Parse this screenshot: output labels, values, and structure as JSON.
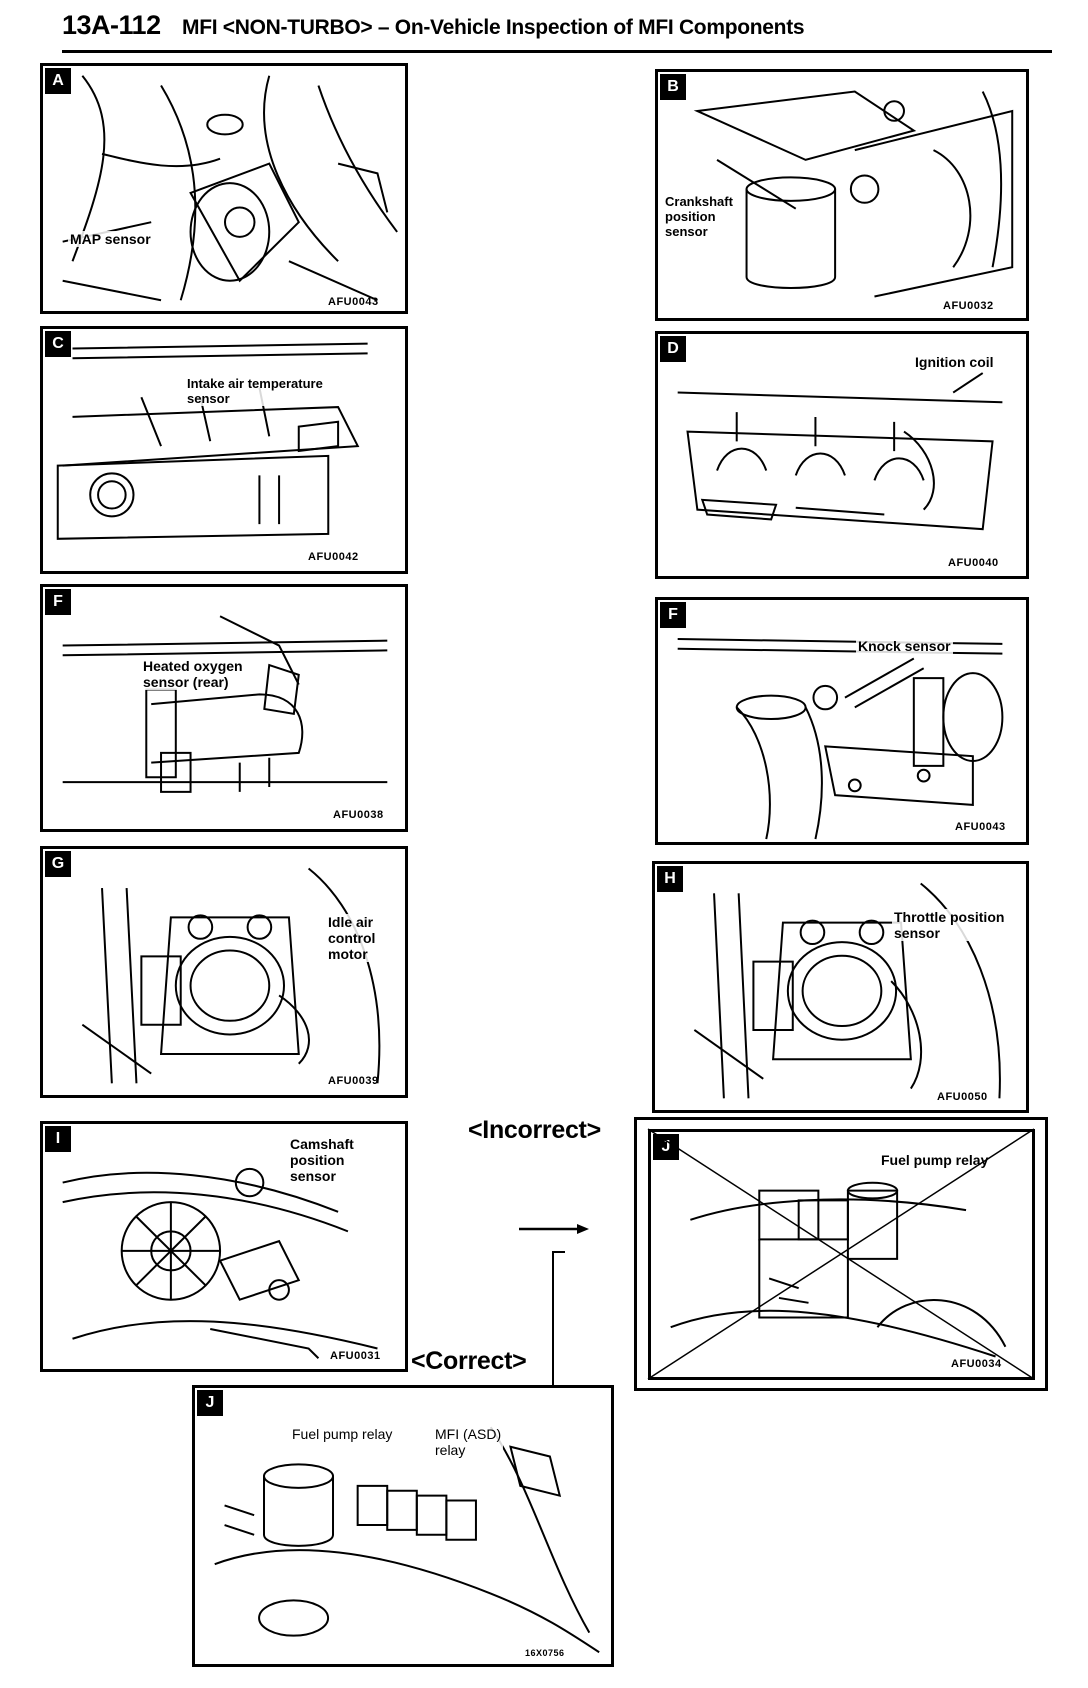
{
  "header": {
    "section": "13A-112",
    "title": "MFI <NON-TURBO> – On-Vehicle Inspection of MFI Components"
  },
  "panels": [
    {
      "id": "A",
      "tag": "A",
      "callout": "MAP sensor",
      "code": "AFU0043"
    },
    {
      "id": "B",
      "tag": "B",
      "callout": "Crankshaft\nposition\nsensor",
      "code": "AFU0032"
    },
    {
      "id": "C",
      "tag": "C",
      "callout": "Intake air temperature\nsensor",
      "code": "AFU0042"
    },
    {
      "id": "D",
      "tag": "D",
      "callout": "Ignition coil",
      "code": "AFU0040"
    },
    {
      "id": "E",
      "tag": "F",
      "callout": "Heated oxygen\nsensor (rear)",
      "code": "AFU0038"
    },
    {
      "id": "F",
      "tag": "F",
      "callout": "Knock sensor",
      "code": "AFU0043"
    },
    {
      "id": "G",
      "tag": "G",
      "callout": "Idle air\ncontrol\nmotor",
      "code": "AFU0039"
    },
    {
      "id": "H",
      "tag": "H",
      "callout": "Throttle position\nsensor",
      "code": "AFU0050"
    },
    {
      "id": "I",
      "tag": "I",
      "callout": "Camshaft\nposition\nsensor",
      "code": "AFU0031"
    },
    {
      "id": "J_incorrect",
      "tag": "J",
      "callout": "Fuel pump relay",
      "code": "AFU0034"
    },
    {
      "id": "J_correct",
      "tag": "J",
      "callout": "Fuel pump relay",
      "callout2": "MFI (ASD)\nrelay",
      "code": "16X0756"
    }
  ],
  "labels": {
    "incorrect": "<Incorrect>",
    "correct": "<Correct>"
  },
  "colors": {
    "ink": "#000000",
    "paper": "#ffffff"
  }
}
